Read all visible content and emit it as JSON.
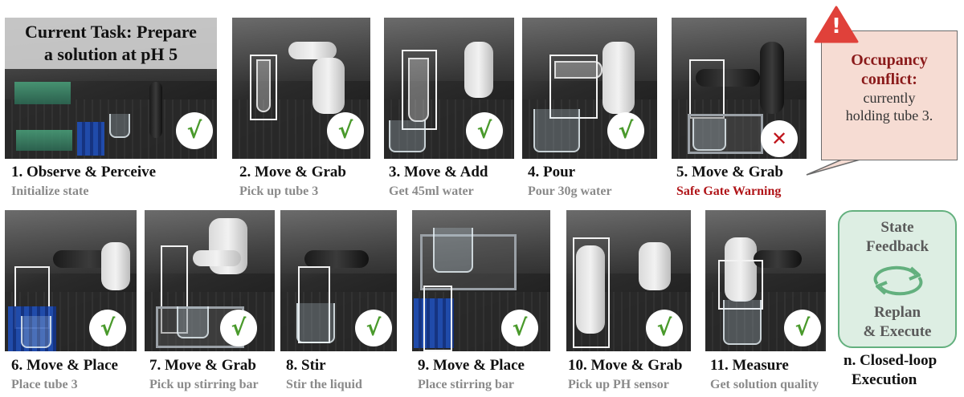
{
  "task_banner": {
    "line1": "Current Task: Prepare",
    "line2": "a solution at pH 5"
  },
  "steps": [
    {
      "title": "1. Observe & Perceive",
      "subtitle": "Initialize state",
      "status": "check"
    },
    {
      "title": "2. Move & Grab",
      "subtitle": "Pick up tube 3",
      "status": "check"
    },
    {
      "title": "3. Move & Add",
      "subtitle": "Get 45ml water",
      "status": "check"
    },
    {
      "title": "4. Pour",
      "subtitle": "Pour 30g water",
      "status": "check"
    },
    {
      "title": "5. Move & Grab",
      "subtitle": "Safe Gate Warning",
      "status": "cross"
    },
    {
      "title": "6. Move & Place",
      "subtitle": "Place tube 3",
      "status": "check"
    },
    {
      "title": "7. Move & Grab",
      "subtitle": "Pick up stirring bar",
      "status": "check"
    },
    {
      "title": "8. Stir",
      "subtitle": "Stir the liquid",
      "status": "check"
    },
    {
      "title": "9. Move & Place",
      "subtitle": "Place stirring bar",
      "status": "check"
    },
    {
      "title": "10. Move & Grab",
      "subtitle": "Pick up PH sensor",
      "status": "check"
    },
    {
      "title": "11. Measure",
      "subtitle": "Get solution quality",
      "status": "check"
    }
  ],
  "symbols": {
    "check": "√",
    "cross": "✕",
    "alert": "!"
  },
  "callout": {
    "title1": "Occupancy",
    "title2": "conflict:",
    "body1": "currently",
    "body2": "holding tube 3."
  },
  "loop": {
    "top1": "State",
    "top2": "Feedback",
    "bottom1": "Replan",
    "bottom2": "& Execute",
    "caption1": "n. Closed-loop",
    "caption2": "Execution"
  },
  "colors": {
    "check": "#4a9a2c",
    "warning": "#b01418",
    "callout_bg": "#f6dcd3",
    "loop_bg": "#ddeee3",
    "loop_border": "#63b07e",
    "alert_red": "#e0413a"
  }
}
